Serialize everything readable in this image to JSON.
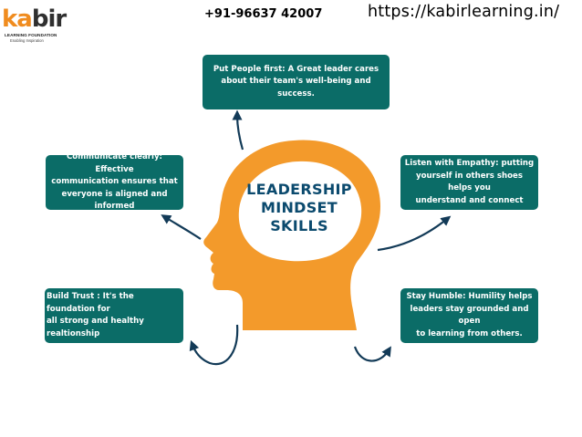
{
  "header": {
    "logo_word_first": "ka",
    "logo_word_rest": "bir",
    "logo_foundation": "LEARNING FOUNDATION",
    "logo_tagline": "Enabling Inspiration",
    "phone": "+91-96637 42007",
    "website": "https://kabirlearning.in/"
  },
  "center": {
    "title_lines": [
      "LEADERSHIP",
      "MINDSET",
      "SKILLS"
    ]
  },
  "skills": [
    {
      "id": "people-first",
      "lines": [
        "Put People first: A Great leader cares",
        "about their team's well-being and success."
      ]
    },
    {
      "id": "communicate",
      "lines": [
        "Communicate clearly: Effective",
        "communication ensures that",
        "everyone is aligned and informed"
      ]
    },
    {
      "id": "empathy",
      "lines": [
        "Listen with Empathy: putting",
        "yourself in others shoes helps you",
        "understand and connect"
      ]
    },
    {
      "id": "trust",
      "lines": [
        "Build Trust : It's the foundation for",
        "all strong and healthy realtionship"
      ]
    },
    {
      "id": "humble",
      "lines": [
        "Stay Humble: Humility helps",
        "leaders stay grounded and open",
        "to learning from others."
      ]
    }
  ],
  "colors": {
    "head": "#f39a2b",
    "box": "#0b6c67",
    "title": "#0b4a6e",
    "arrow": "#123a57",
    "logo_accent": "#f08c1f"
  }
}
